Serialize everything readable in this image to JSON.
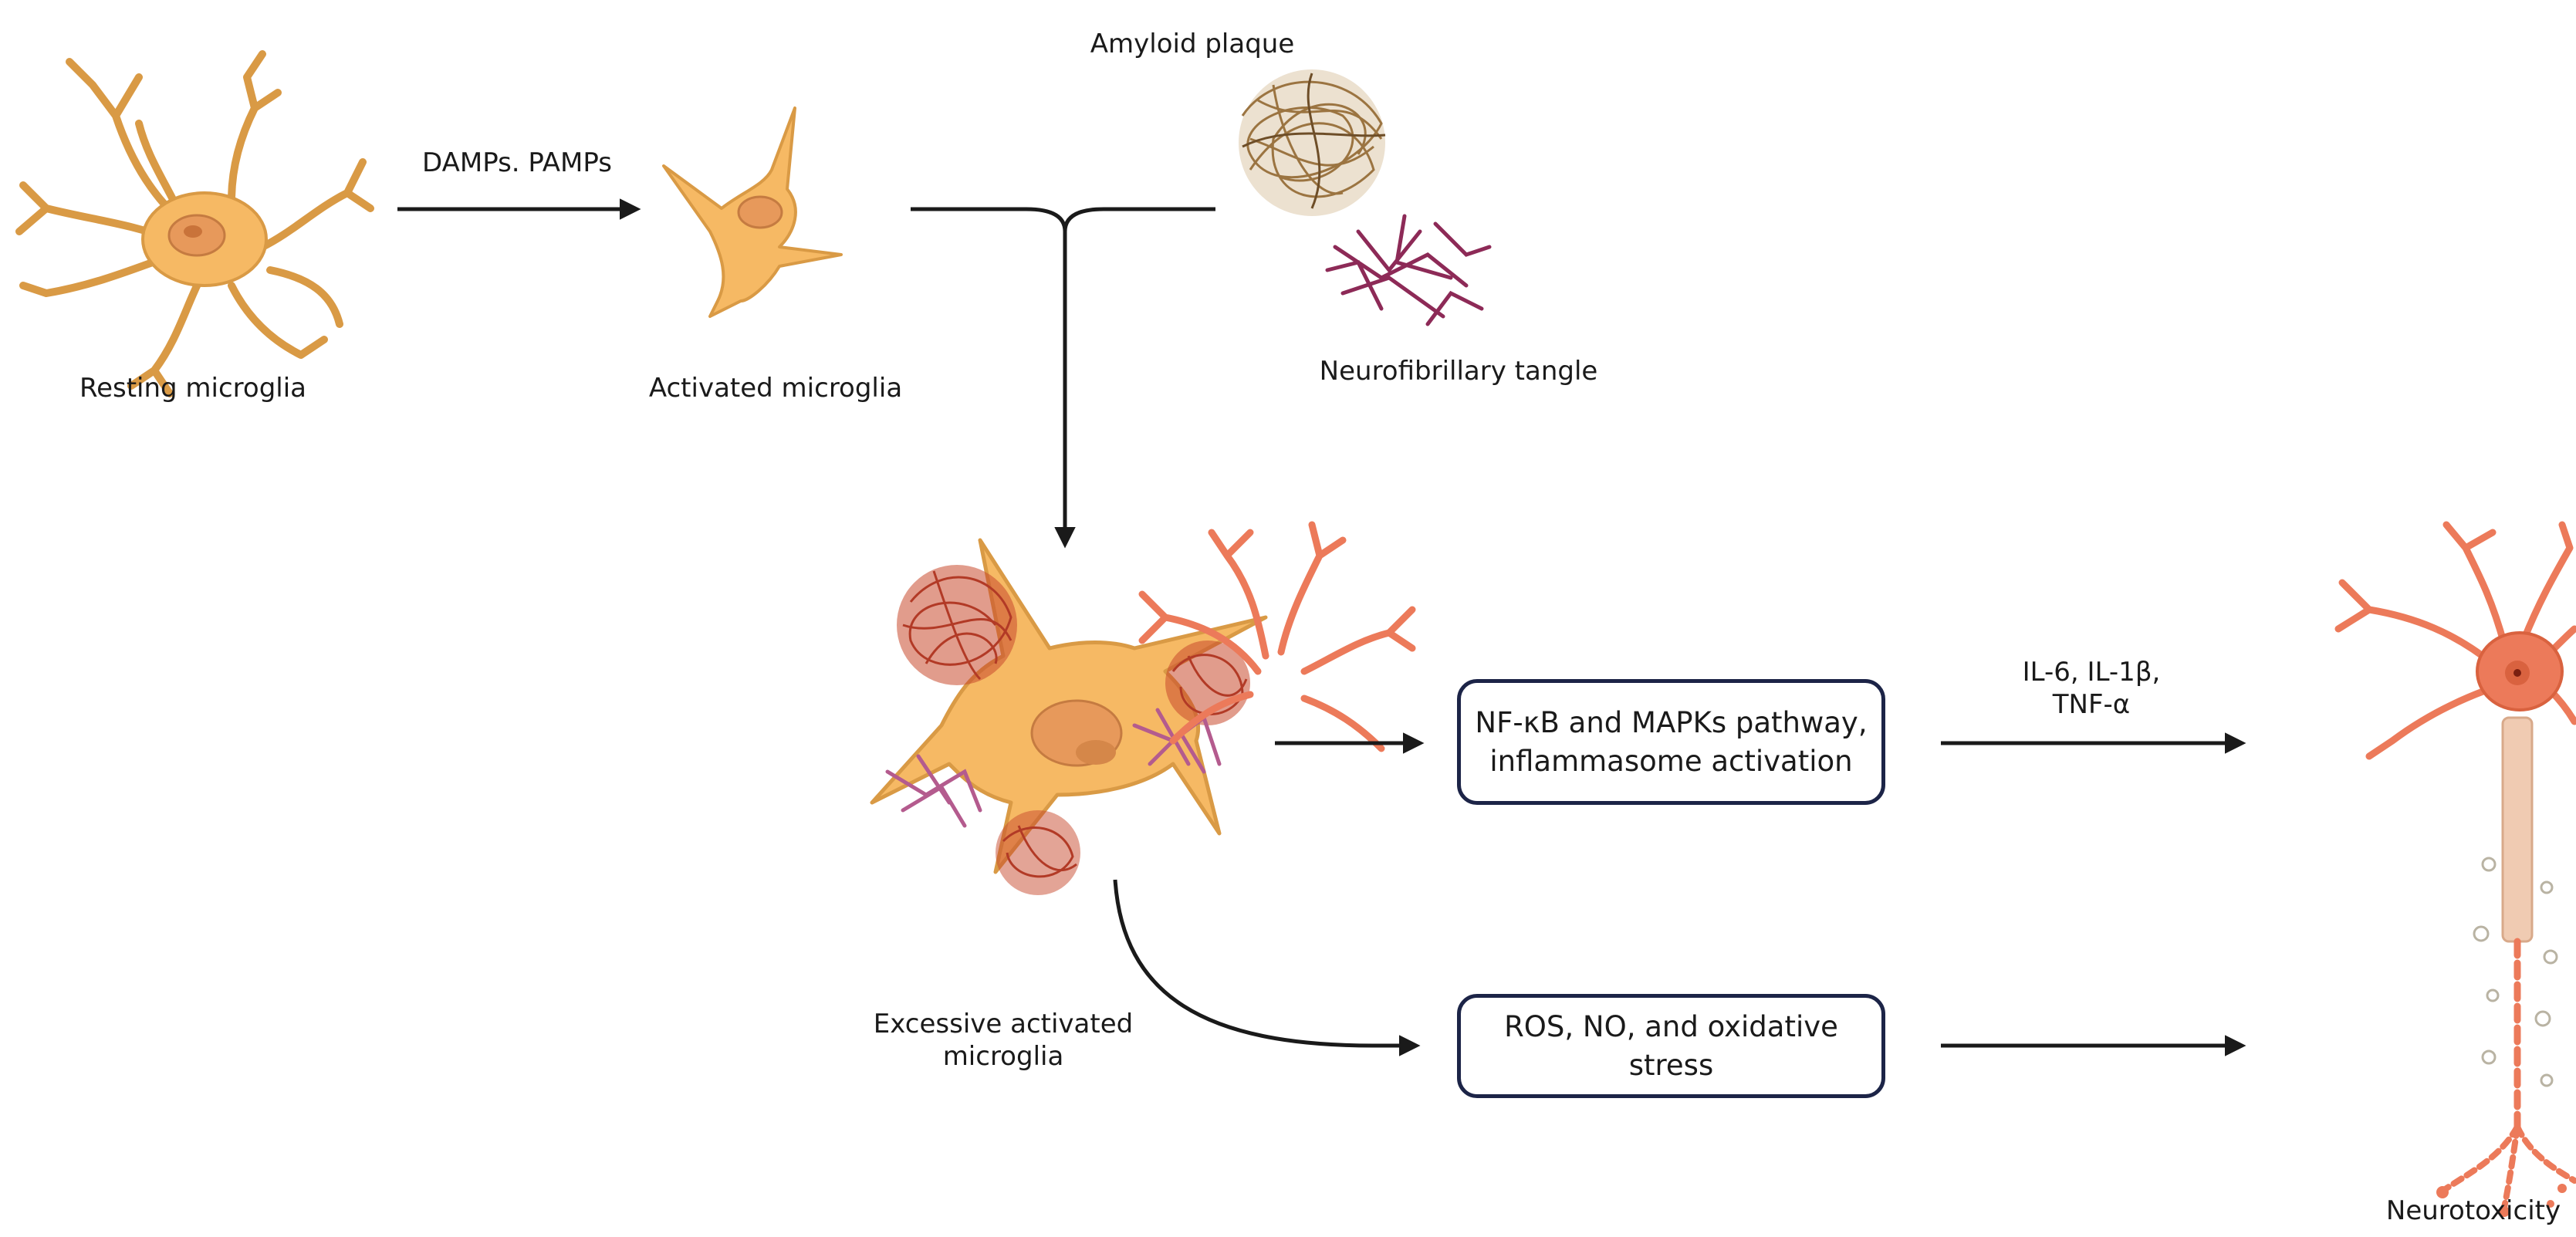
{
  "labels": {
    "resting": "Resting microglia",
    "damps": "DAMPs. PAMPs",
    "activated": "Activated microglia",
    "amyloid": "Amyloid plaque",
    "tangle": "Neurofibrillary tangle",
    "excessive_line1": "Excessive activated",
    "excessive_line2": "microglia",
    "cytokines_line1": "IL-6, IL-1β,",
    "cytokines_line2": "TNF-α",
    "neurotoxicity": "Neurotoxicity"
  },
  "boxes": {
    "pathway_line1": "NF-κB and MAPKs pathway,",
    "pathway_line2": "inflammasome activation",
    "ros": "ROS, NO, and oxidative stress"
  },
  "colors": {
    "microglia_fill": "#f6b964",
    "microglia_stroke": "#d99a45",
    "nucleus": "#e7995b",
    "plaque_brown": "#9b7441",
    "tangle_purple": "#8d2a57",
    "neuron": "#ec7a5a",
    "box_border": "#1c2447",
    "arrow": "#1a1a1a"
  }
}
